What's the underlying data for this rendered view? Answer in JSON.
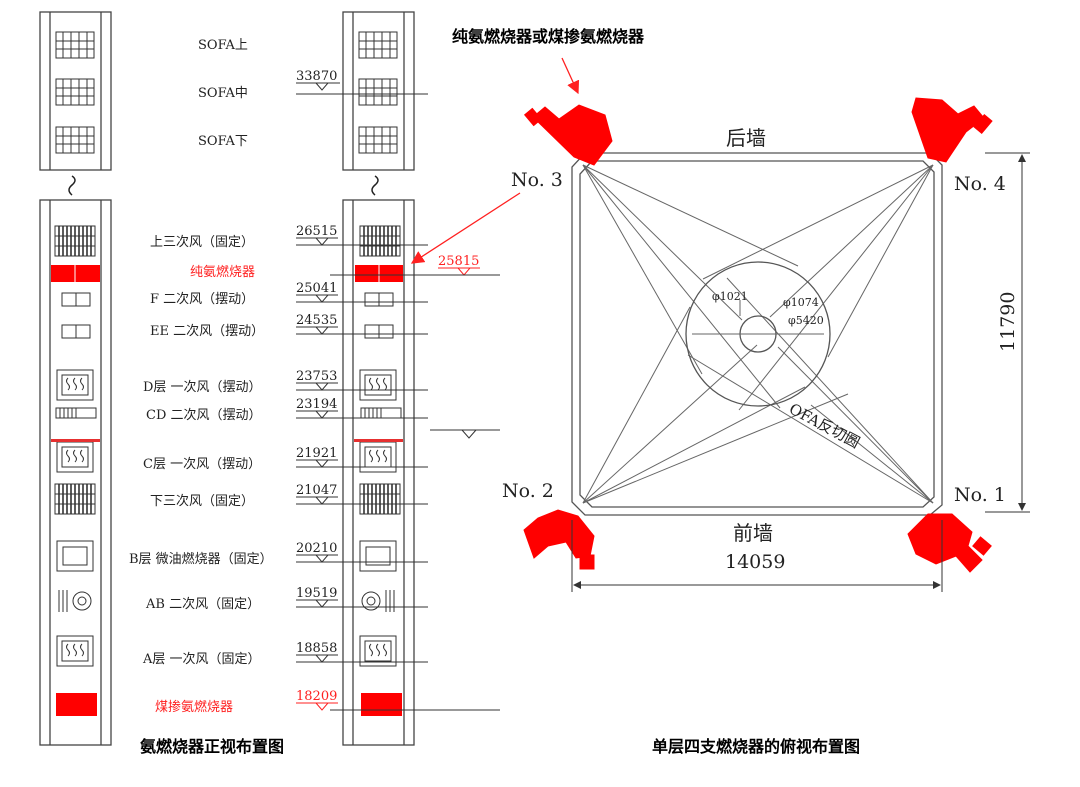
{
  "front_view": {
    "caption": "氨燃烧器正视布置图",
    "sofa_labels": [
      "SOFA上",
      "SOFA中",
      "SOFA下"
    ],
    "sofa_elevation": "33870",
    "rows": [
      {
        "label": "上三次风（固定）",
        "elevation": "26515",
        "highlight": false
      },
      {
        "label": "纯氨燃烧器",
        "elevation": "25815",
        "highlight": true
      },
      {
        "label": "F 二次风（摆动）",
        "elevation": "25041",
        "highlight": false
      },
      {
        "label": "EE 二次风（摆动）",
        "elevation": "24535",
        "highlight": false
      },
      {
        "label": "D层 一次风（摆动）",
        "elevation": "23753",
        "highlight": false
      },
      {
        "label": "CD 二次风（摆动）",
        "elevation": "23194",
        "highlight": false
      },
      {
        "label": "C层 一次风（摆动）",
        "elevation": "21921",
        "highlight": false
      },
      {
        "label": "下三次风（固定）",
        "elevation": "21047",
        "highlight": false
      },
      {
        "label": "B层 微油燃烧器（固定）",
        "elevation": "20210",
        "highlight": false
      },
      {
        "label": "AB 二次风（固定）",
        "elevation": "19519",
        "highlight": false
      },
      {
        "label": "A层 一次风（固定）",
        "elevation": "18858",
        "highlight": false
      },
      {
        "label": "煤掺氨燃烧器",
        "elevation": "18209",
        "highlight": true
      }
    ]
  },
  "top_view": {
    "caption": "单层四支燃烧器的俯视布置图",
    "annotation": "纯氨燃烧器或煤掺氨燃烧器",
    "back_wall": "后墙",
    "front_wall": "前墙",
    "corners": [
      "No. 1",
      "No. 2",
      "No. 3",
      "No. 4"
    ],
    "width_dim": "14059",
    "depth_dim": "11790",
    "circle_labels": [
      "φ1021",
      "φ1074",
      "φ5420"
    ],
    "ofa_label": "OFA反切圆"
  },
  "colors": {
    "accent_red": "#ff0000",
    "line": "#444444"
  }
}
